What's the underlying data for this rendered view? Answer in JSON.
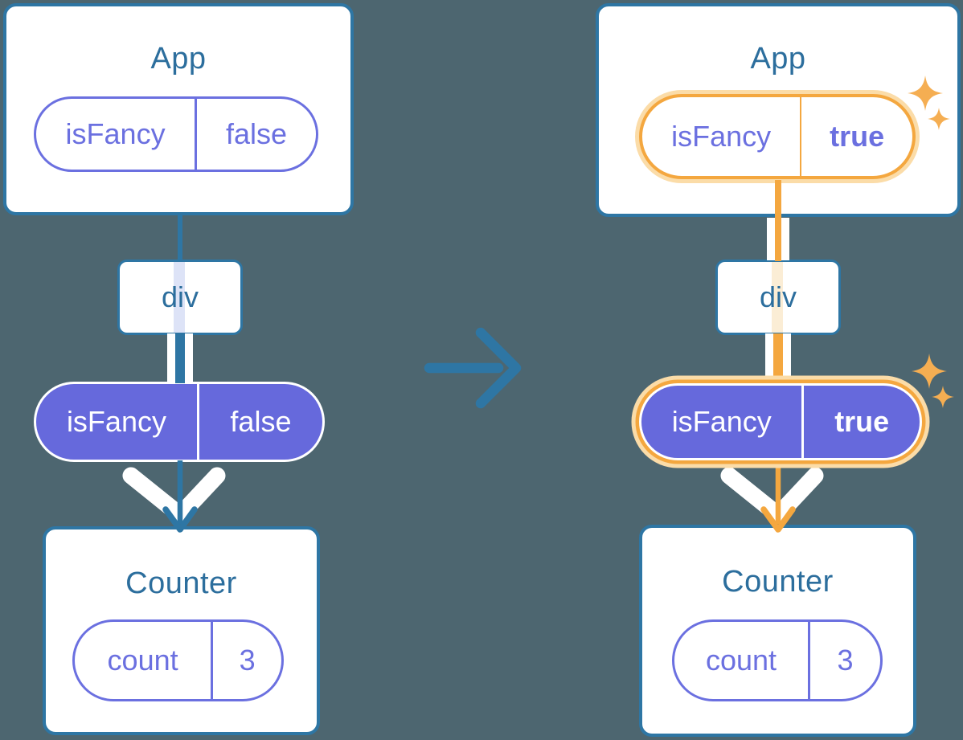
{
  "before": {
    "app": {
      "title": "App",
      "prop": {
        "name": "isFancy",
        "value": "false"
      }
    },
    "div": {
      "label": "div"
    },
    "passed_prop": {
      "name": "isFancy",
      "value": "false"
    },
    "counter": {
      "title": "Counter",
      "state": {
        "name": "count",
        "value": "3"
      }
    }
  },
  "after": {
    "app": {
      "title": "App",
      "prop": {
        "name": "isFancy",
        "value": "true"
      }
    },
    "div": {
      "label": "div"
    },
    "passed_prop": {
      "name": "isFancy",
      "value": "true"
    },
    "counter": {
      "title": "Counter",
      "state": {
        "name": "count",
        "value": "3"
      }
    }
  },
  "icons": {
    "transition": "arrow-right-icon",
    "flow_down": "chevron-down-arrow-icon",
    "highlight": "sparkle-icon"
  },
  "colors": {
    "background": "#4D6670",
    "teal": "#2E76A4",
    "teal_text": "#2C6E9D",
    "purple": "#6B70E0",
    "purple_fill": "#6669DC",
    "orange": "#F4A73F",
    "orange_light": "#FBDCA8",
    "orange_pale": "#FBEDD5",
    "lavender_pale": "#DDE3F7",
    "white": "#FFFFFF"
  }
}
